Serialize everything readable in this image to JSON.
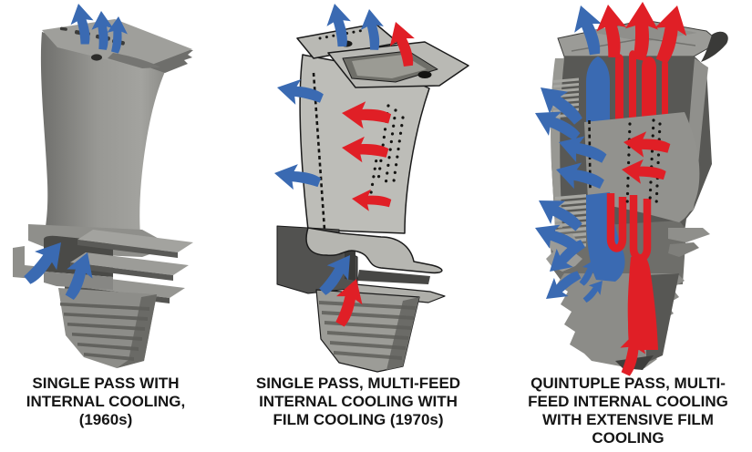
{
  "colors": {
    "cool_air": "#3a6ab2",
    "hot_air": "#e01f26",
    "blade_gray": "#8b8b88",
    "blade_light_gray": "#bdbdb8",
    "cut_face_gray": "#585855",
    "outline": "#1b1b1b",
    "background": "#ffffff"
  },
  "panels": [
    {
      "id": "single-pass-1960s",
      "caption": "SINGLE PASS WITH\nINTERNAL COOLING,\n(1960s)",
      "flows": {
        "blue_arrows": 5,
        "red_arrows": 0
      }
    },
    {
      "id": "single-pass-multi-feed-1970s",
      "caption": "SINGLE PASS, MULTI-FEED\nINTERNAL COOLING WITH\nFILM COOLING (1970s)",
      "flows": {
        "blue_arrows": 5,
        "red_arrows": 5
      }
    },
    {
      "id": "quintuple-pass-extensive-film",
      "caption": "QUINTUPLE PASS, MULTI-\nFEED INTERNAL COOLING\nWITH EXTENSIVE FILM\nCOOLING",
      "flows": {
        "blue_arrows": 11,
        "red_arrows": 6
      }
    }
  ]
}
